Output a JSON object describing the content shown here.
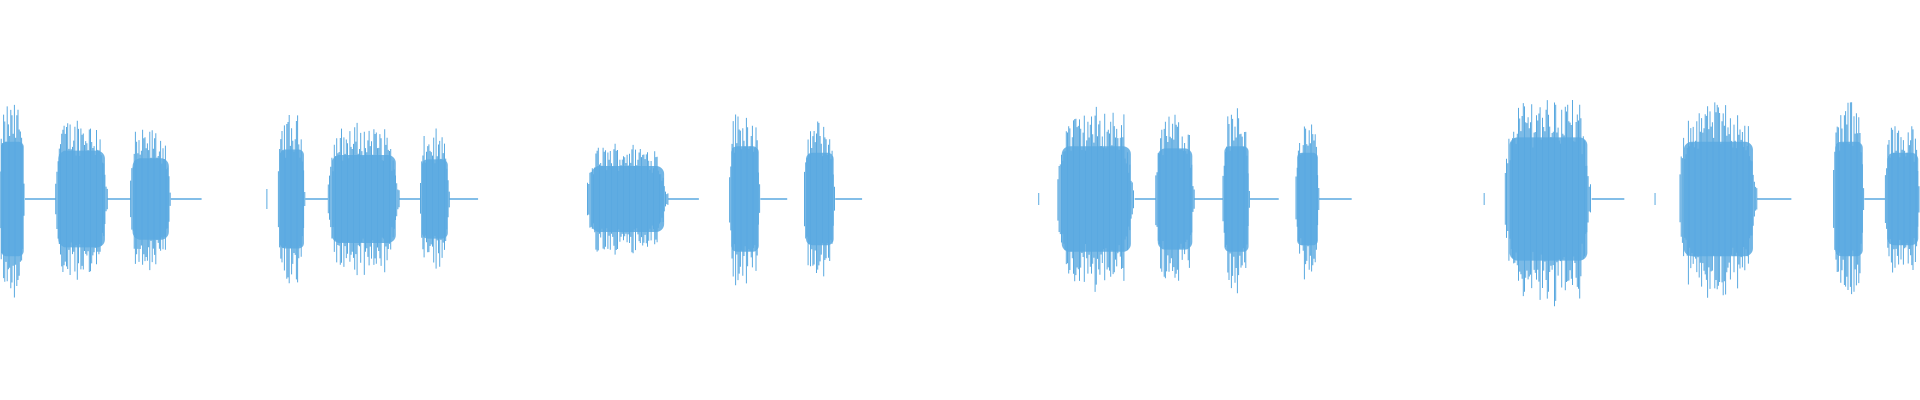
{
  "waveform": {
    "color": "#5aa9e0",
    "background": "#ffffff",
    "duration_fraction_segments": [
      {
        "start": 0.0,
        "end": 0.013,
        "amp": 0.52,
        "shape": "burst"
      },
      {
        "start": 0.029,
        "end": 0.056,
        "amp": 0.44,
        "shape": "burst"
      },
      {
        "start": 0.068,
        "end": 0.089,
        "amp": 0.37,
        "shape": "burst"
      },
      {
        "start": 0.139,
        "end": 0.14,
        "amp": 0.05,
        "shape": "tick"
      },
      {
        "start": 0.145,
        "end": 0.159,
        "amp": 0.45,
        "shape": "burst"
      },
      {
        "start": 0.171,
        "end": 0.208,
        "amp": 0.4,
        "shape": "burst"
      },
      {
        "start": 0.219,
        "end": 0.234,
        "amp": 0.36,
        "shape": "burst"
      },
      {
        "start": 0.306,
        "end": 0.348,
        "amp": 0.3,
        "shape": "burst"
      },
      {
        "start": 0.38,
        "end": 0.396,
        "amp": 0.48,
        "shape": "burst"
      },
      {
        "start": 0.419,
        "end": 0.435,
        "amp": 0.42,
        "shape": "burst"
      },
      {
        "start": 0.541,
        "end": 0.542,
        "amp": 0.03,
        "shape": "tick"
      },
      {
        "start": 0.551,
        "end": 0.591,
        "amp": 0.48,
        "shape": "burst"
      },
      {
        "start": 0.602,
        "end": 0.622,
        "amp": 0.46,
        "shape": "burst"
      },
      {
        "start": 0.637,
        "end": 0.651,
        "amp": 0.48,
        "shape": "burst"
      },
      {
        "start": 0.675,
        "end": 0.687,
        "amp": 0.42,
        "shape": "burst"
      },
      {
        "start": 0.773,
        "end": 0.774,
        "amp": 0.03,
        "shape": "tick"
      },
      {
        "start": 0.784,
        "end": 0.829,
        "amp": 0.56,
        "shape": "burst"
      },
      {
        "start": 0.862,
        "end": 0.863,
        "amp": 0.03,
        "shape": "tick"
      },
      {
        "start": 0.875,
        "end": 0.915,
        "amp": 0.52,
        "shape": "burst"
      },
      {
        "start": 0.955,
        "end": 0.971,
        "amp": 0.52,
        "shape": "burst"
      },
      {
        "start": 0.982,
        "end": 1.0,
        "amp": 0.42,
        "shape": "burst"
      }
    ],
    "tails": [
      {
        "start": 0.013,
        "end": 0.029
      },
      {
        "start": 0.056,
        "end": 0.068
      },
      {
        "start": 0.089,
        "end": 0.105
      },
      {
        "start": 0.159,
        "end": 0.171
      },
      {
        "start": 0.208,
        "end": 0.219
      },
      {
        "start": 0.234,
        "end": 0.249
      },
      {
        "start": 0.348,
        "end": 0.364
      },
      {
        "start": 0.396,
        "end": 0.41
      },
      {
        "start": 0.435,
        "end": 0.449
      },
      {
        "start": 0.591,
        "end": 0.602
      },
      {
        "start": 0.622,
        "end": 0.637
      },
      {
        "start": 0.651,
        "end": 0.666
      },
      {
        "start": 0.687,
        "end": 0.704
      },
      {
        "start": 0.829,
        "end": 0.846
      },
      {
        "start": 0.915,
        "end": 0.933
      },
      {
        "start": 0.971,
        "end": 0.982
      }
    ]
  }
}
